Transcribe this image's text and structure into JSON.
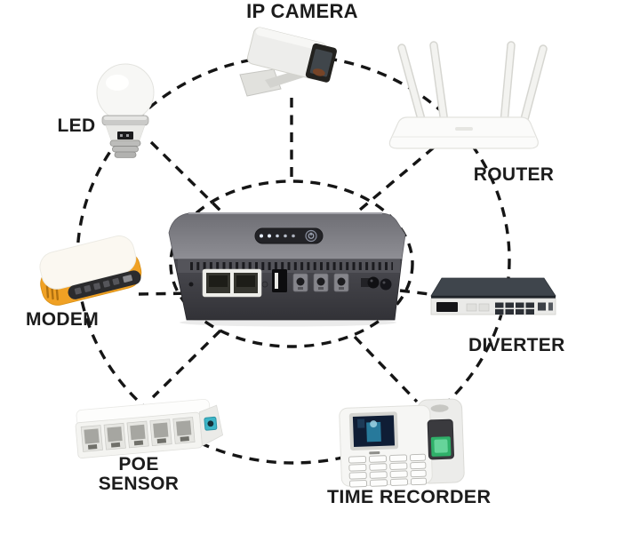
{
  "diagram": {
    "background_color": "#ffffff",
    "connector": {
      "color": "#151515",
      "style": "dashed"
    },
    "labels": {
      "ip_camera": "IP CAMERA",
      "led": "LED",
      "router": "ROUTER",
      "modem": "MODEM",
      "diverter": "DIVERTER",
      "poe_sensor_line1": "POE",
      "poe_sensor_line2": "SENSOR",
      "time_recorder": "TIME RECORDER"
    },
    "center_device": {
      "name": "mini UPS power box",
      "indicator_led_count": 5,
      "visible_ports": [
        "rj45-port-1",
        "rj45-port-2",
        "usb-port",
        "dc-out-1",
        "dc-out-2",
        "dc-out-3",
        "power-plugs"
      ]
    },
    "accent_colors": {
      "modem_orange": "#f0a124",
      "poe_port_teal": "#3db5c7",
      "fingerprint_green": "#2fb069",
      "ups_body_gray": "#45454b"
    }
  }
}
